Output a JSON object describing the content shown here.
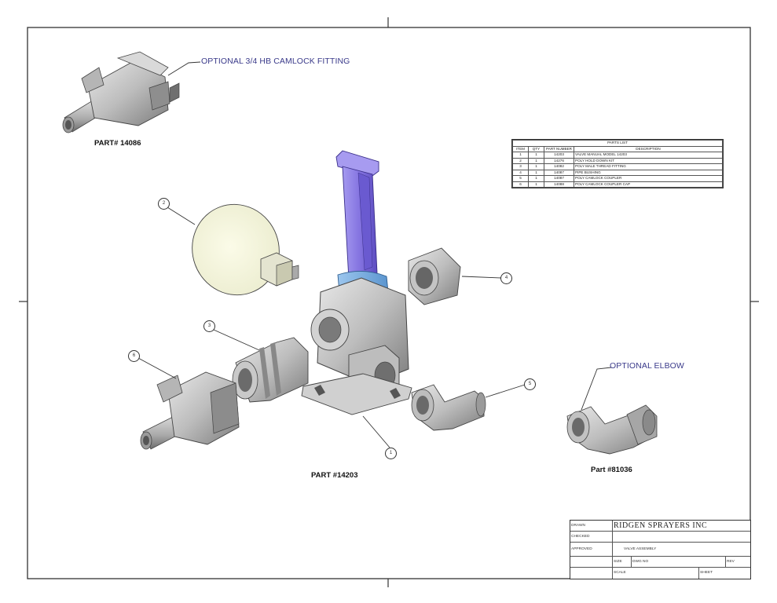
{
  "callouts": {
    "camlock": "OPTIONAL 3/4 HB CAMLOCK FITTING",
    "elbow": "OPTIONAL ELBOW"
  },
  "part_labels": {
    "camlock_part": "PART# 14086",
    "main_part": "PART #14203",
    "elbow_part": "Part #81036"
  },
  "balloons": [
    "2",
    "6",
    "3",
    "5",
    "1",
    "4"
  ],
  "parts_list": {
    "title": "PARTS LIST",
    "headers": [
      "ITEM",
      "QTY",
      "PART NUMBER",
      "DESCRIPTION"
    ],
    "rows": [
      [
        "1",
        "1",
        "14203",
        "VALVE MANUAL MODEL 14203"
      ],
      [
        "2",
        "1",
        "14276",
        "POLY HOLD DOWN KIT"
      ],
      [
        "3",
        "1",
        "14082",
        "POLY MALE THREAD FITTING"
      ],
      [
        "4",
        "1",
        "14087",
        "PIPE BUSHING"
      ],
      [
        "5",
        "1",
        "14087",
        "POLY CAMLOCK COUPLER"
      ],
      [
        "6",
        "1",
        "14088",
        "POLY CAMLOCK COUPLER CAP"
      ]
    ]
  },
  "title_block": {
    "company": "RIDGEN SPRAYERS INC",
    "title": "VALVE ASSEMBLY",
    "drawn_label": "DRAWN",
    "checked_label": "CHECKED",
    "approved_label": "APPROVED",
    "size_label": "SIZE",
    "dwg_label": "DWG NO",
    "rev_label": "REV",
    "scale_label": "SCALE",
    "sheet_label": "SHEET"
  },
  "colors": {
    "handle": "#8a7be0",
    "collar": "#7fb3e0",
    "body": "#c8c8c8",
    "border": "#333333",
    "callout_text": "#3a3a8a"
  }
}
